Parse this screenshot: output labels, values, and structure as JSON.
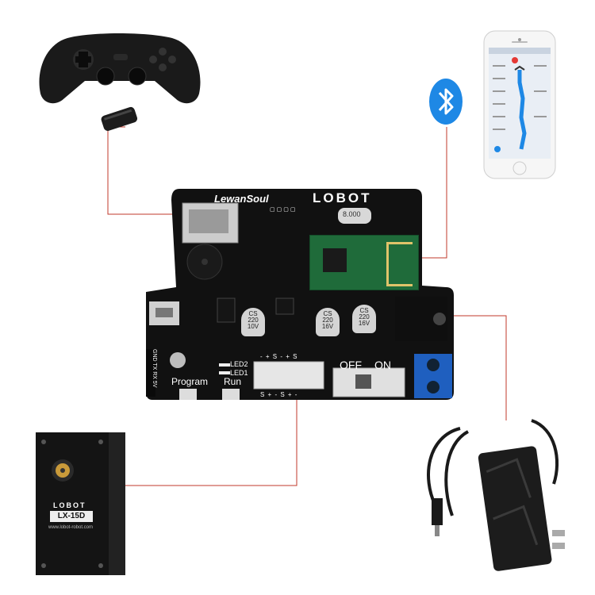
{
  "board": {
    "brand": "LewanSoul",
    "logo": "LOBOT",
    "crystal": "8.000",
    "led2": "LED2",
    "led1": "LED1",
    "program": "Program",
    "run": "Run",
    "off": "OFF",
    "on": "ON",
    "pins": "GND TX RX 5V",
    "servo_pins_top": "- + S - + S",
    "servo_pins_bottom": "S + - S + -",
    "cap_lines": [
      "CS",
      "220",
      "16V"
    ],
    "cap2_lines": [
      "CS",
      "220",
      "10V"
    ]
  },
  "servo": {
    "logo": "LOBOT",
    "model": "LX-15D",
    "url": "www.lobot-robot.com"
  },
  "colors": {
    "line": "#c0392b",
    "pcb": "#111111",
    "bluetooth": "#1e88e5",
    "terminal": "#1f5fbf",
    "bt_module": "#1f6b3a"
  }
}
